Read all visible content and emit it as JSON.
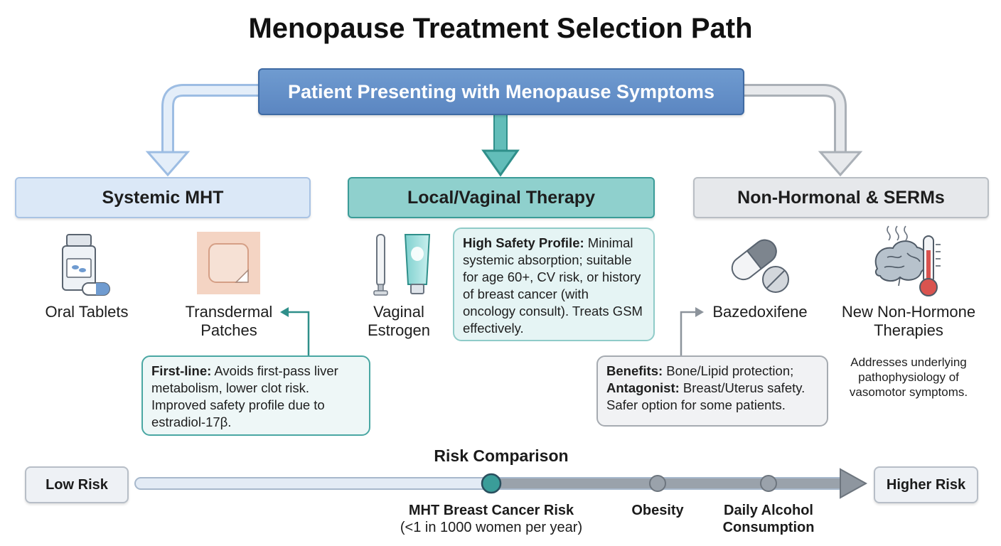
{
  "title": "Menopause Treatment Selection Path",
  "root": "Patient Presenting with Menopause Symptoms",
  "categories": {
    "systemic": "Systemic MHT",
    "local": "Local/Vaginal Therapy",
    "nonhormonal": "Non-Hormonal & SERMs"
  },
  "items": {
    "oral": "Oral Tablets",
    "patch_line1": "Transdermal",
    "patch_line2": "Patches",
    "vaginal_line1": "Vaginal",
    "vaginal_line2": "Estrogen",
    "bazedoxifene": "Bazedoxifene",
    "newtx_line1": "New Non-Hormone",
    "newtx_line2": "Therapies"
  },
  "notes": {
    "firstline_bold": "First-line:",
    "firstline_text": " Avoids first-pass liver metabolism, lower clot risk. Improved safety profile due to estradiol-17β.",
    "safety_bold": "High Safety Profile:",
    "safety_text": " Minimal systemic absorption; suitable for age 60+, CV risk, or history of breast cancer (with oncology consult). Treats GSM effectively.",
    "benefits_bold": "Benefits:",
    "benefits_text": " Bone/Lipid protection;",
    "antagonist_bold": "Antagonist:",
    "antagonist_text": " Breast/Uterus safety.",
    "safer_text": "Safer option for some patients.",
    "addresses": "Addresses underlying pathophysiology of vasomotor symptoms."
  },
  "risk": {
    "title": "Risk Comparison",
    "low": "Low Risk",
    "high": "Higher Risk",
    "mht_line1": "MHT Breast Cancer Risk",
    "mht_line2": "(<1 in 1000 women per year)",
    "obesity": "Obesity",
    "alcohol_line1": "Daily Alcohol",
    "alcohol_line2": "Consumption"
  },
  "colors": {
    "root": "#5b86c1",
    "systemic": "#dbe8f7",
    "local": "#8fd0cd",
    "nonhormonal": "#e6e8eb",
    "teal_accent": "#2f8f8a",
    "gray_accent": "#8c939b"
  },
  "icons": [
    "pill-bottle-icon",
    "patch-icon",
    "applicator-icon",
    "cream-tube-icon",
    "capsule-icon",
    "tablet-icon",
    "brain-icon",
    "thermometer-icon"
  ]
}
